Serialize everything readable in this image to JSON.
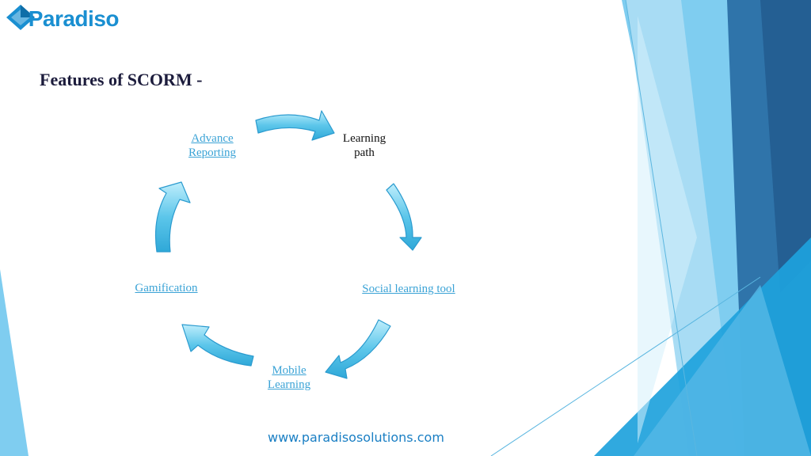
{
  "brand": {
    "name": "Paradiso",
    "color": "#1a8fd1"
  },
  "slide": {
    "title": "Features of SCORM -"
  },
  "cycle": {
    "nodes": [
      {
        "id": "learning-path",
        "lines": [
          "Learning",
          "path"
        ],
        "link": false
      },
      {
        "id": "social-learning-tool",
        "lines": [
          "Social learning tool"
        ],
        "link": true
      },
      {
        "id": "mobile-learning",
        "lines": [
          "Mobile",
          "Learning"
        ],
        "link": true
      },
      {
        "id": "gamification",
        "lines": [
          "Gamification"
        ],
        "link": true
      },
      {
        "id": "advance-reporting",
        "lines": [
          "Advance",
          "Reporting"
        ],
        "link": true
      }
    ],
    "arrow_color": "#5cc6ea",
    "link_color": "#3ba3d6"
  },
  "footer": {
    "url": "www.paradisosolutions.com"
  }
}
